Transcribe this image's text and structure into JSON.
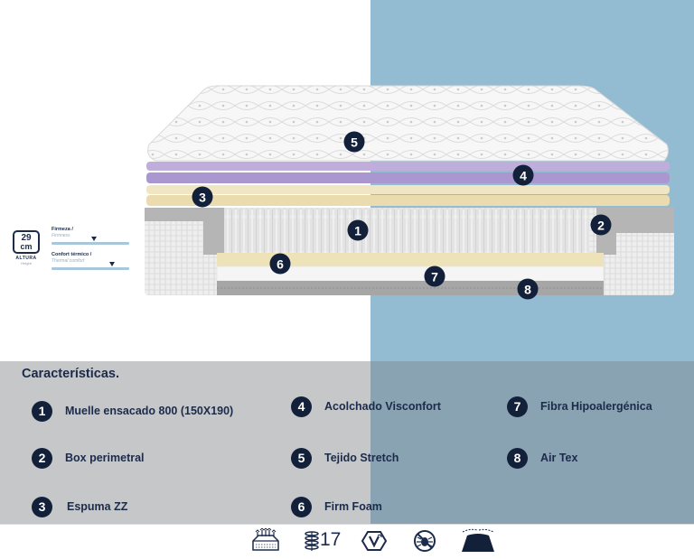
{
  "mattress": {
    "callouts": [
      "5",
      "4",
      "3",
      "1",
      "2",
      "6",
      "7",
      "8"
    ]
  },
  "firmness_widget": {
    "height_value": "29",
    "height_unit": "cm",
    "height_label": "ALTURA",
    "height_sublabel": "Height",
    "firmness_label": "Firmeza /",
    "firmness_sublabel": "Firmness",
    "firmness_level": 0.55,
    "thermal_label": "Confort térmico /",
    "thermal_sublabel": "Thermal comfort",
    "thermal_level": 0.78
  },
  "characteristics": {
    "title": "Características.",
    "items": [
      {
        "number": "1",
        "label": "Muelle ensacado 800 (150X190)"
      },
      {
        "number": "2",
        "label": "Box perimetral"
      },
      {
        "number": "3",
        "label": "Espuma ZZ"
      },
      {
        "number": "4",
        "label": "Acolchado Visconfort"
      },
      {
        "number": "5",
        "label": "Tejido Stretch"
      },
      {
        "number": "6",
        "label": "Firm Foam"
      },
      {
        "number": "7",
        "label": "Fibra Hipoalergénica"
      },
      {
        "number": "8",
        "label": "Air Tex"
      }
    ]
  },
  "icon_strip": {
    "count_text": "17",
    "icons": [
      "breathable-mattress-icon",
      "spring-coil-icon",
      "vegan-v-icon",
      "anti-mite-icon",
      "mattress-profile-icon"
    ]
  },
  "colors": {
    "navy": "#13203a",
    "blue_background": "#93bcd2",
    "panel_gray": "#c5c7c9",
    "panel_blue_gray": "#8aa3b3",
    "lavender_layer": "#b8a6d6",
    "cream_layer": "#efe3bd"
  }
}
